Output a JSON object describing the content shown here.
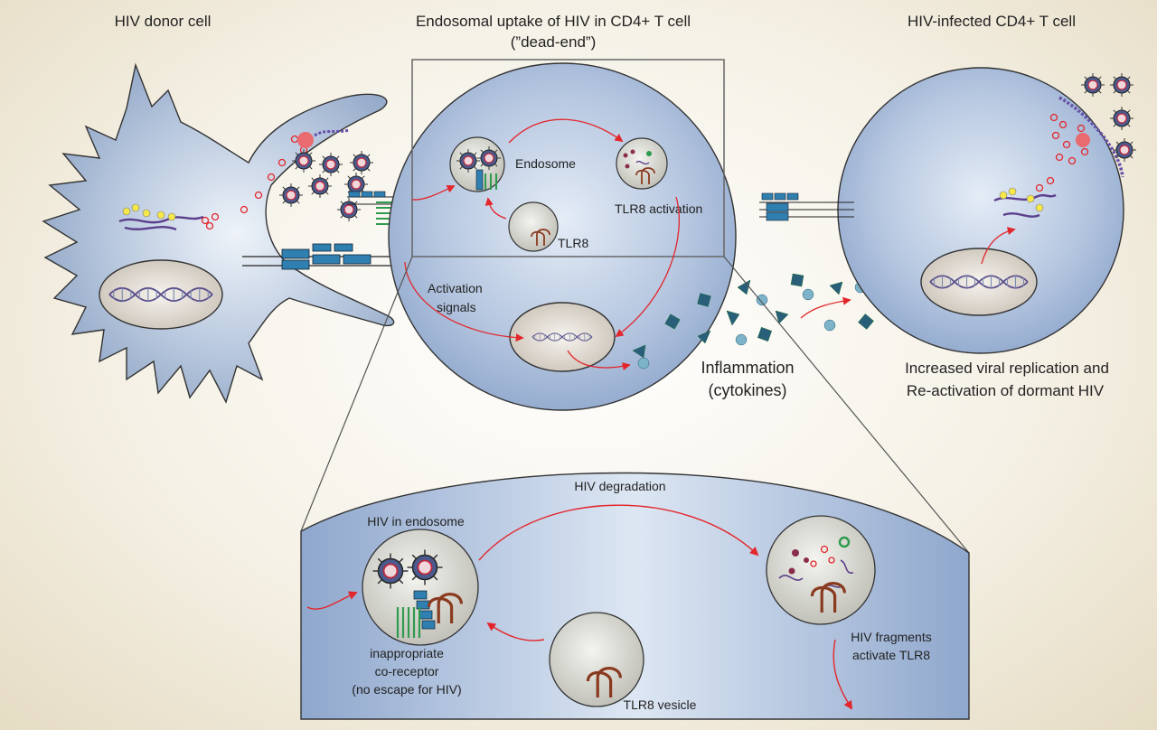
{
  "titles": {
    "donor": "HIV donor cell",
    "endosomal_line1": "Endosomal uptake of HIV in CD4+ T cell",
    "endosomal_line2": "(”dead-end”)",
    "infected": "HIV-infected CD4+ T cell"
  },
  "labels": {
    "endosome": "Endosome",
    "tlr8_activation": "TLR8 activation",
    "tlr8": "TLR8",
    "activation_signals_1": "Activation",
    "activation_signals_2": "signals",
    "inflammation_1": "Inflammation",
    "inflammation_2": "(cytokines)",
    "increased_1": "Increased viral replication and",
    "increased_2": "Re-activation of dormant HIV"
  },
  "inset": {
    "hiv_degradation": "HIV degradation",
    "hiv_in_endosome": "HIV in endosome",
    "coreceptor_1": "inappropriate",
    "coreceptor_2": "co-receptor",
    "coreceptor_3": "(no escape for HIV)",
    "tlr8_vesicle": "TLR8 vesicle",
    "fragments_1": "HIV fragments",
    "fragments_2": "activate TLR8"
  },
  "colors": {
    "cell_fill": "#9fb4d6",
    "cell_stroke": "#333333",
    "arrow": "#e3262b",
    "virus": "#4a5a8c",
    "cytokine": "#2a5f7a",
    "receptor": "#2f7fb0",
    "rna": "#5b3f8c"
  }
}
